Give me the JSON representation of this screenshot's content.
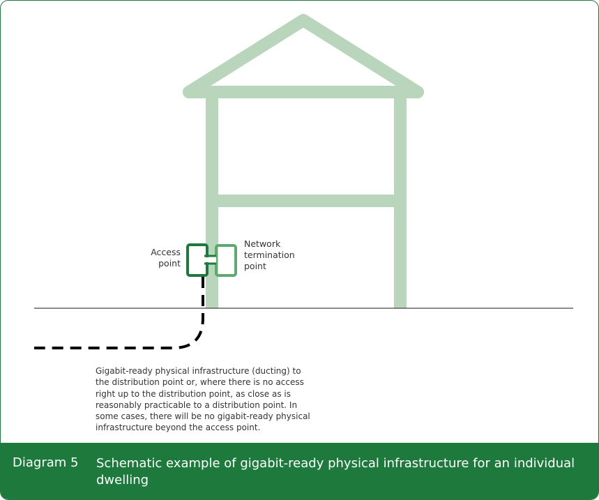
{
  "labels": {
    "access_point": "Access point",
    "network_termination_point": "Network termination point"
  },
  "description": "Gigabit-ready physical infrastructure (ducting) to the distribution point or, where there is no access right up to the distribution point, as close as is reasonably practicable to a distribution point. In some cases, there will be no gigabit-ready physical infrastructure beyond the access point.",
  "caption": {
    "number": "Diagram 5",
    "text": "Schematic example of gigabit-ready physical infrastructure for an individual dwelling"
  },
  "colors": {
    "house": "#b9d5bb",
    "access_point": "#1e7a3c",
    "ntp": "#5fa870",
    "duct": "#000000",
    "ground": "#444444",
    "caption_bg": "#1e7a3c"
  }
}
